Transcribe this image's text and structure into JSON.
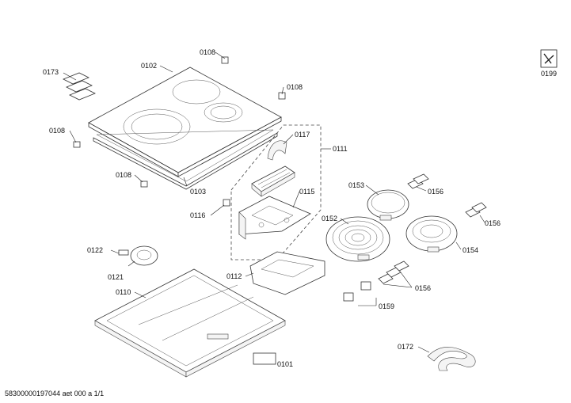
{
  "callouts": {
    "c0102": "0102",
    "c0108a": "0108",
    "c0108b": "0108",
    "c0108c": "0108",
    "c0108d": "0108",
    "c0173": "0173",
    "c0103": "0103",
    "c0111": "0111",
    "c0117": "0117",
    "c0115": "0115",
    "c0116": "0116",
    "c0153": "0153",
    "c0156a": "0156",
    "c0156b": "0156",
    "c0156c": "0156",
    "c0152": "0152",
    "c0154": "0154",
    "c0122": "0122",
    "c0121": "0121",
    "c0112": "0112",
    "c0110": "0110",
    "c0159": "0159",
    "c0172": "0172",
    "c0101": "0101",
    "c0199": "0199"
  },
  "footer": {
    "doc_id": "58300000197044 aet 000 a 1/1"
  }
}
